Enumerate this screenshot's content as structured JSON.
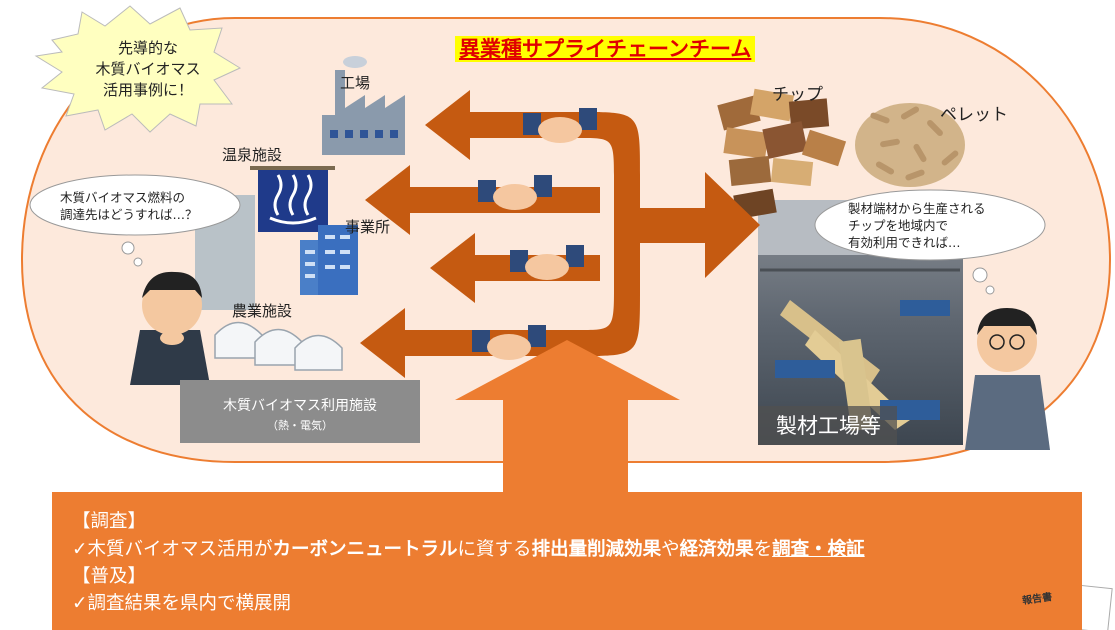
{
  "title": "異業種サプライチェーンチーム",
  "callout": {
    "line1": "先導的な",
    "line2": "木質バイオマス",
    "line3": "活用事例に！"
  },
  "facilities": {
    "factory": "工場",
    "onsen": "温泉施設",
    "office": "事業所",
    "agri": "農業施設"
  },
  "left_thought": {
    "line1": "木質バイオマス燃料の",
    "line2": "調達先はどうすれば…？"
  },
  "right_thought": {
    "line1": "製材端材から生産される",
    "line2": "チップを地域内で",
    "line3": "有効利用できれば…"
  },
  "facility_box": {
    "line1": "木質バイオマス利用施設",
    "line2": "（熱・電気）"
  },
  "products": {
    "chip": "チップ",
    "pellet": "ペレット"
  },
  "mill_label": "製材工場等",
  "bottom": {
    "h1": "【調査】",
    "l1_check": "✓",
    "l1_a": "木質バイオマス活用が",
    "l1_b": "カーボンニュートラル",
    "l1_c": "に資する",
    "l1_d": "排出量削減効果",
    "l1_e": "や",
    "l1_f": "経済効果",
    "l1_g": "を",
    "l1_h": "調査・検証",
    "h2": "【普及】",
    "l2_check": "✓",
    "l2": "調査結果を県内で横展開",
    "report_label": "報告書"
  },
  "colors": {
    "oval_fill": "#fde9dc",
    "oval_stroke": "#ed7d31",
    "arrow": "#c55a11",
    "bottom_box": "#ed7d31",
    "title_text": "#e00000",
    "title_bg": "#ffff00",
    "gray_box": "#8c8c8c"
  }
}
